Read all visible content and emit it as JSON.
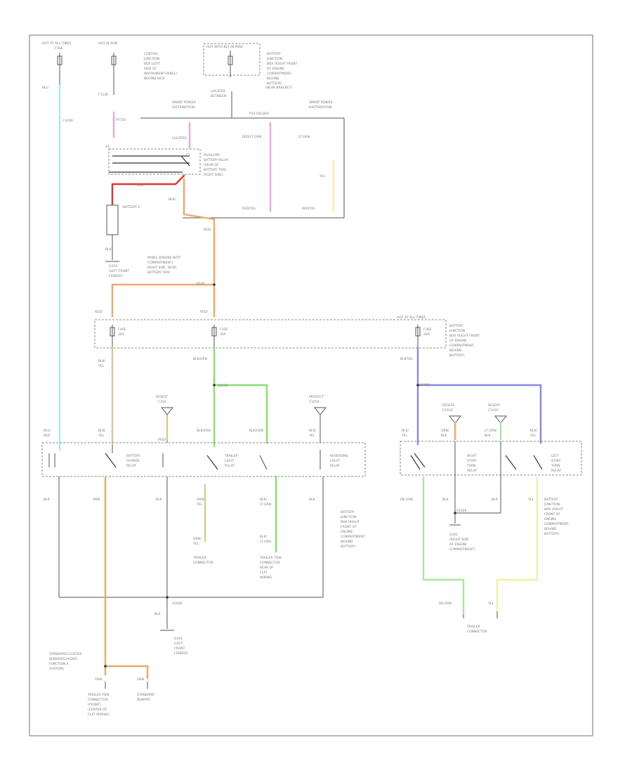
{
  "diagram": {
    "colors": {
      "light_blue": "#a8ecec",
      "pink": "#f0a8d8",
      "red": "#e83030",
      "orange": "#f4a868",
      "yellow": "#f4f0a0",
      "khaki": "#d8c890",
      "green": "#88e070",
      "blue": "#8888e8",
      "light_green": "#a8e898",
      "pale_yellow": "#f0f4a0",
      "frame": "#777777"
    },
    "footer_code": "",
    "wire_colors": [
      "light-blue",
      "pink",
      "red",
      "orange",
      "yellow",
      "khaki",
      "green",
      "blue",
      "light-green",
      "pale-yellow"
    ]
  }
}
